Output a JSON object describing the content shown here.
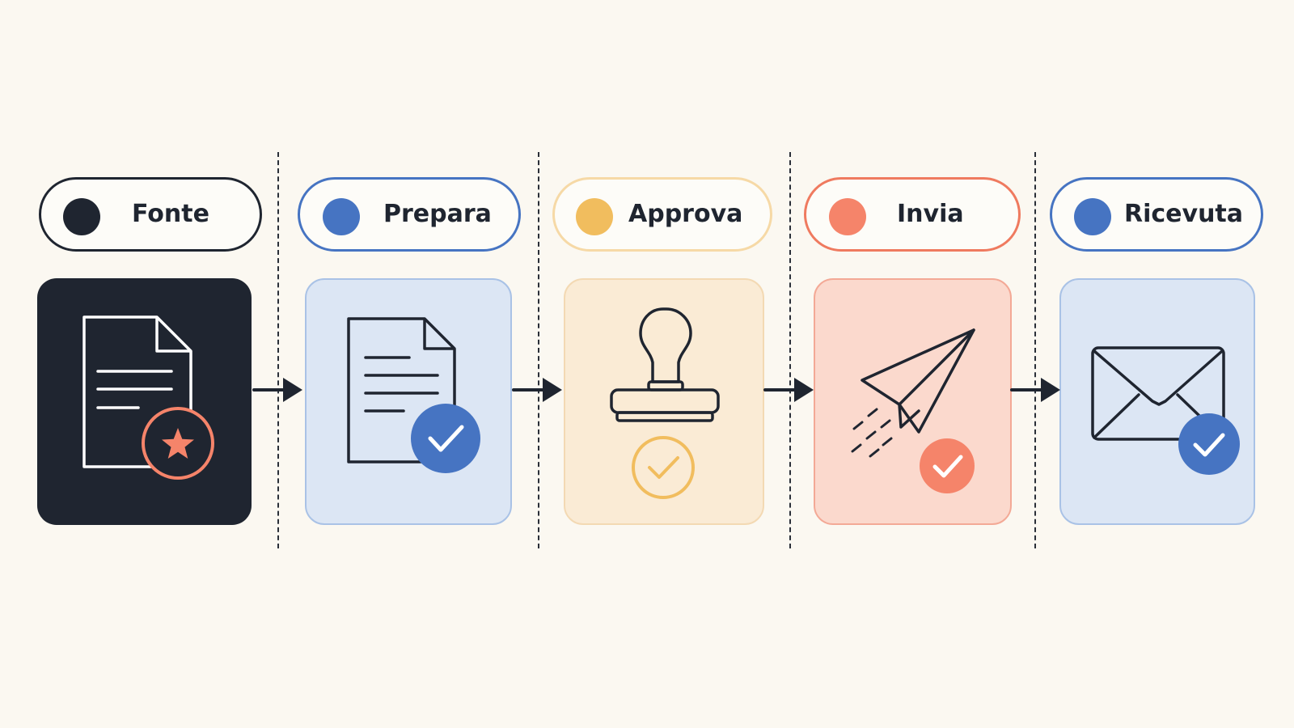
{
  "colors": {
    "background": "#fbf8f1",
    "ink": "#1f2530",
    "blue": "#4674c2",
    "yellow": "#f1bd5e",
    "coral": "#f5846a"
  },
  "steps": [
    {
      "label": "Fonte",
      "dot_color": "#1f2530",
      "border_color": "#1f2530",
      "card_fill": "#1f2530",
      "card_border": "#1f2530",
      "icon": "document-star-icon",
      "badge": "star-badge-icon"
    },
    {
      "label": "Prepara",
      "dot_color": "#4674c2",
      "border_color": "#4674c2",
      "card_fill": "#dce6f4",
      "card_border": "#a9c2e6",
      "icon": "document-icon",
      "badge": "check-badge-icon"
    },
    {
      "label": "Approva",
      "dot_color": "#f1bd5e",
      "border_color": "#f6d9a6",
      "card_fill": "#faebd5",
      "card_border": "#f3d9b3",
      "icon": "stamp-icon",
      "badge": "check-badge-icon"
    },
    {
      "label": "Invia",
      "dot_color": "#f5846a",
      "border_color": "#ef7a5f",
      "card_fill": "#fbd9cd",
      "card_border": "#f3a996",
      "icon": "paper-plane-icon",
      "badge": "check-badge-icon"
    },
    {
      "label": "Ricevuta",
      "dot_color": "#4674c2",
      "border_color": "#4674c2",
      "card_fill": "#dce6f4",
      "card_border": "#a9c2e6",
      "icon": "envelope-icon",
      "badge": "check-badge-icon"
    }
  ]
}
